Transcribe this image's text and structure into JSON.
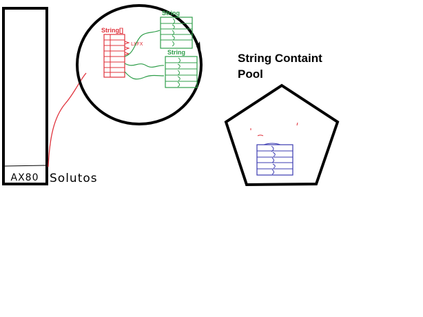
{
  "stack": {
    "cell_text": "AX80",
    "variable_name": "Solutos"
  },
  "heap": {
    "array_label": "String[]",
    "array_ref_scribble": "LXFX",
    "string_label_1": "String",
    "string_label_2": "String"
  },
  "pool": {
    "title_line1": "String Containt",
    "title_line2": "Pool"
  },
  "colors": {
    "outline": "#000000",
    "array": "#e0303a",
    "string": "#2f9e4a",
    "pool_string": "#3a3ab0"
  }
}
